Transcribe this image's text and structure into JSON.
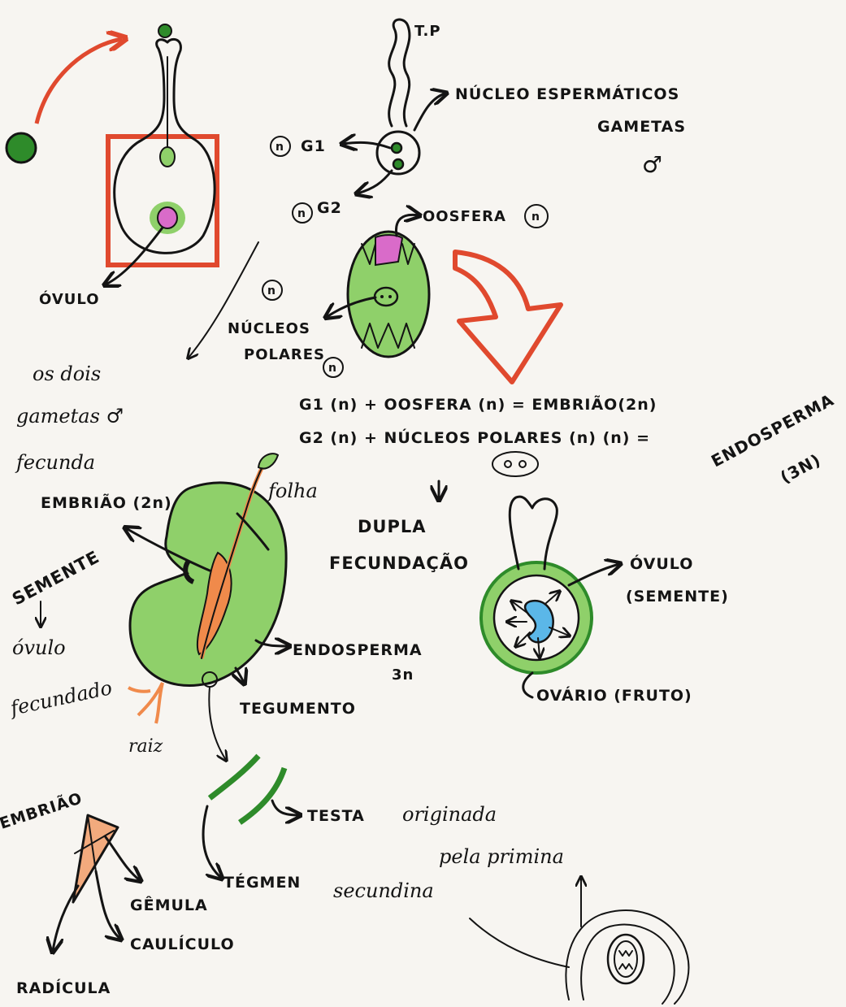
{
  "colors": {
    "green": "#8fd06a",
    "dark_green": "#2e8b2a",
    "red_arrow": "#e0492e",
    "pink": "#d96bc9",
    "orange": "#f08a4b",
    "blue": "#5bb7e8",
    "ink": "#141414"
  },
  "labels": {
    "tp": "T.P",
    "nucleo_espermaticos": "NÚCLEO ESPERMÁTICOS",
    "gametas": "GAMETAS",
    "male_symbol": "♂",
    "n_symbol": "n",
    "g1": "G1",
    "g2": "G2",
    "oosfera": "OOSFERA",
    "ovulo": "ÓVULO",
    "nucleos": "NÚCLEOS",
    "polares": "POLARES",
    "os_dois": "os dois",
    "gametas_cursive": "gametas ♂",
    "fecunda": "fecunda",
    "eq1": "G1 (n) + OOSFERA (n) = EMBRIÃO(2n)",
    "eq2": "G2 (n) + NÚCLEOS POLARES (n) (n) =",
    "endosperma_3n_line1": "ENDOSPERMA",
    "endosperma_3n_line2": "(3N)",
    "embriao_2n": "EMBRIÃO (2n)",
    "folha": "folha",
    "semente": "SEMENTE",
    "ovulo_cursive": "óvulo",
    "fecundado": "fecundado",
    "dupla": "DUPLA",
    "fecundacao": "FECUNDAÇÃO",
    "ovulo_semente_1": "ÓVULO",
    "ovulo_semente_2": "(SEMENTE)",
    "endosperma": "ENDOSPERMA",
    "three_n": "3n",
    "ovario_fruto": "OVÁRIO (FRUTO)",
    "tegumento": "TEGUMENTO",
    "raiz": "raiz",
    "testa": "TESTA",
    "originada": "originada",
    "pela_primina": "pela primina",
    "tegmen": "TÉGMEN",
    "secundina": "secundina",
    "embriao": "EMBRIÃO",
    "gemula": "GÊMULA",
    "caulículo": "CAULÍCULO",
    "radicula": "RADÍCULA"
  }
}
